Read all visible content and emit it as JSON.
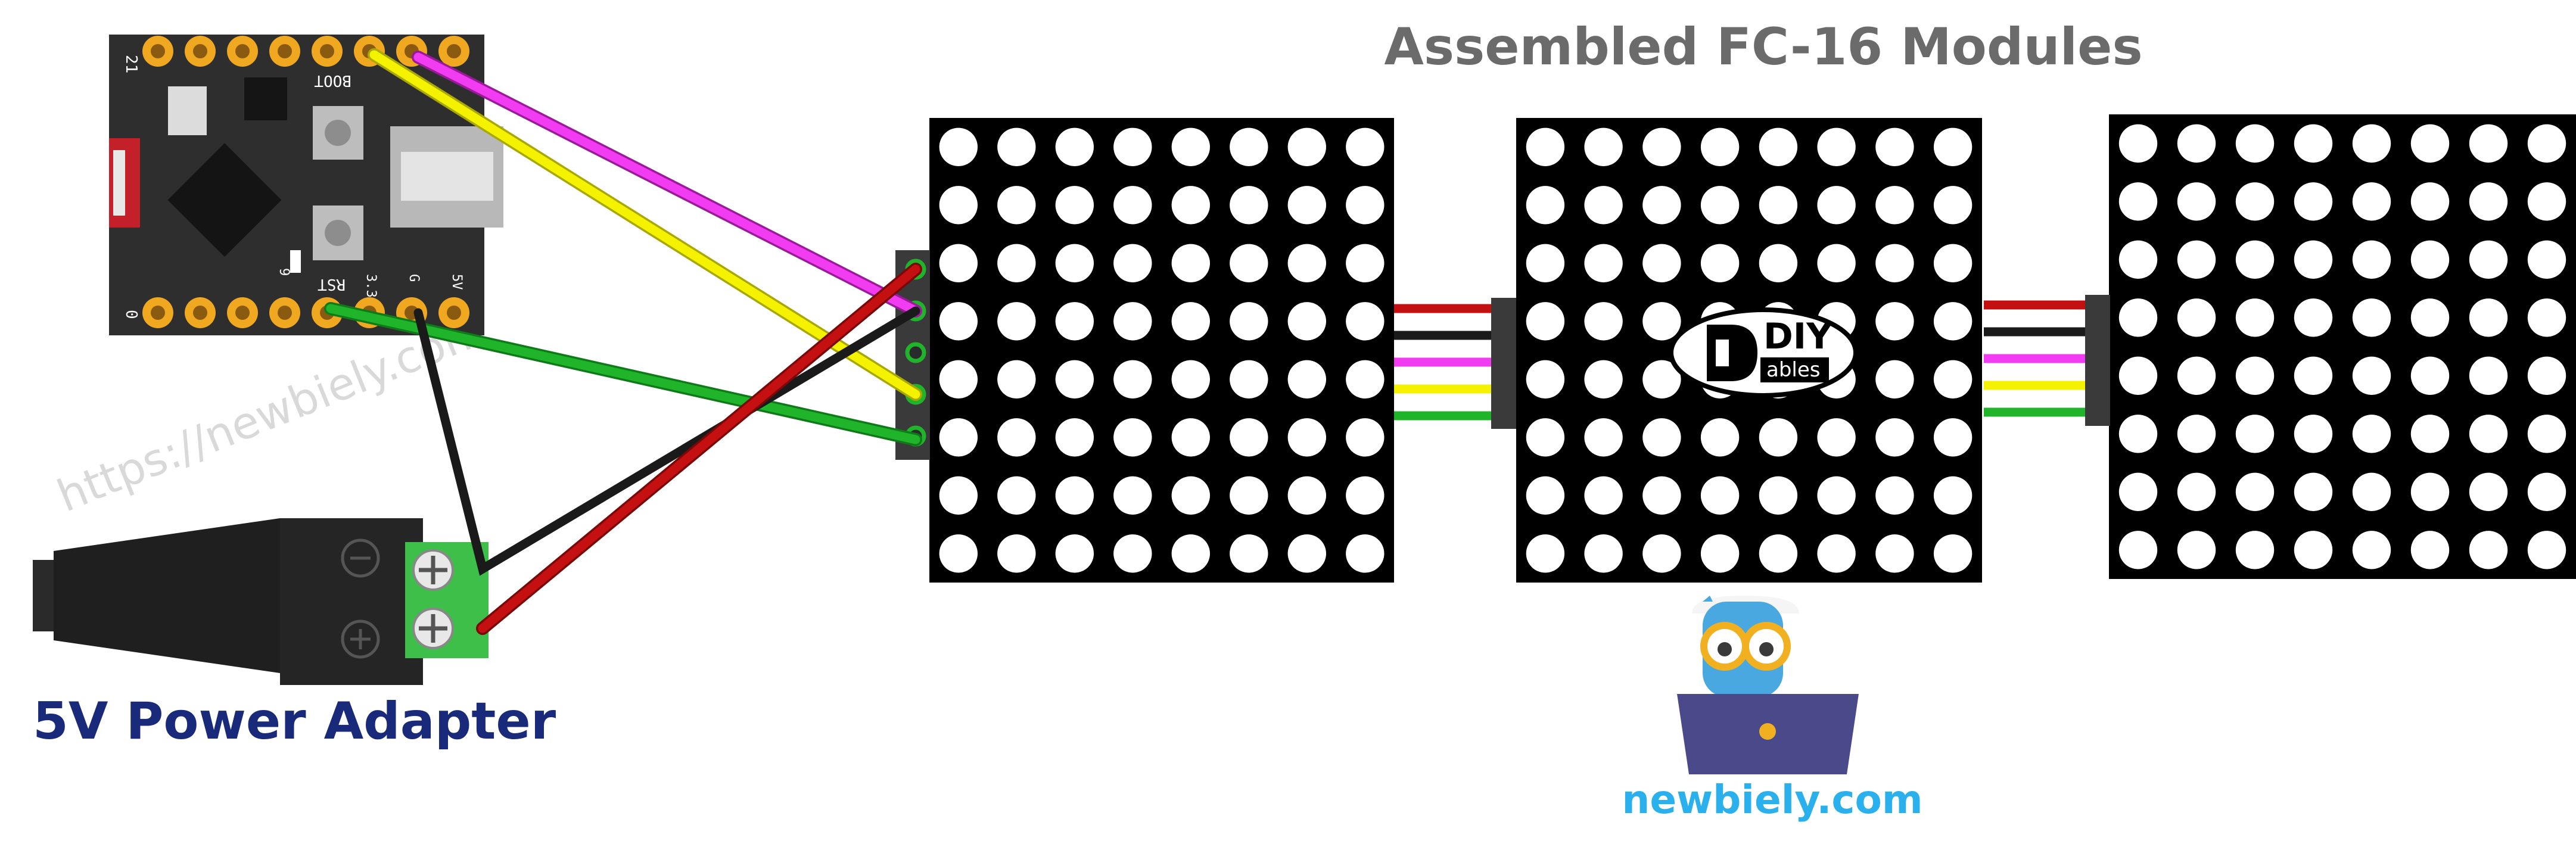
{
  "diagram": {
    "title": "Assembled FC-16 Modules",
    "adapter_label": "5V Power Adapter",
    "brand": "newbiely.com",
    "watermark": "https://newbiely.com",
    "logo_text": "DIY",
    "logo_subtext": "ables",
    "board_labels": {
      "top_left": "21",
      "boot": "BOOT",
      "rst": "RST",
      "bottom_left": "0",
      "pin_3v3": "3.3",
      "pin_g": "G",
      "pin_5v": "5V",
      "pin_9": "9"
    },
    "colors": {
      "title": "#6b6b6b",
      "adapter_label": "#1a2a7a",
      "brand": "#2ab0ec",
      "wire_red": "#c41010",
      "wire_black": "#1a1a1a",
      "wire_magenta": "#f23cf2",
      "wire_yellow": "#f5f200",
      "wire_green": "#1fb42a",
      "matrix_bg": "#000000",
      "matrix_dot": "#ffffff",
      "board": "#2e2e2e",
      "terminal_block": "#3dbf4a"
    },
    "icons": [
      "owl-mascot-icon",
      "diyables-logo-icon",
      "screw-terminal-icon",
      "usb-c-port-icon"
    ]
  }
}
